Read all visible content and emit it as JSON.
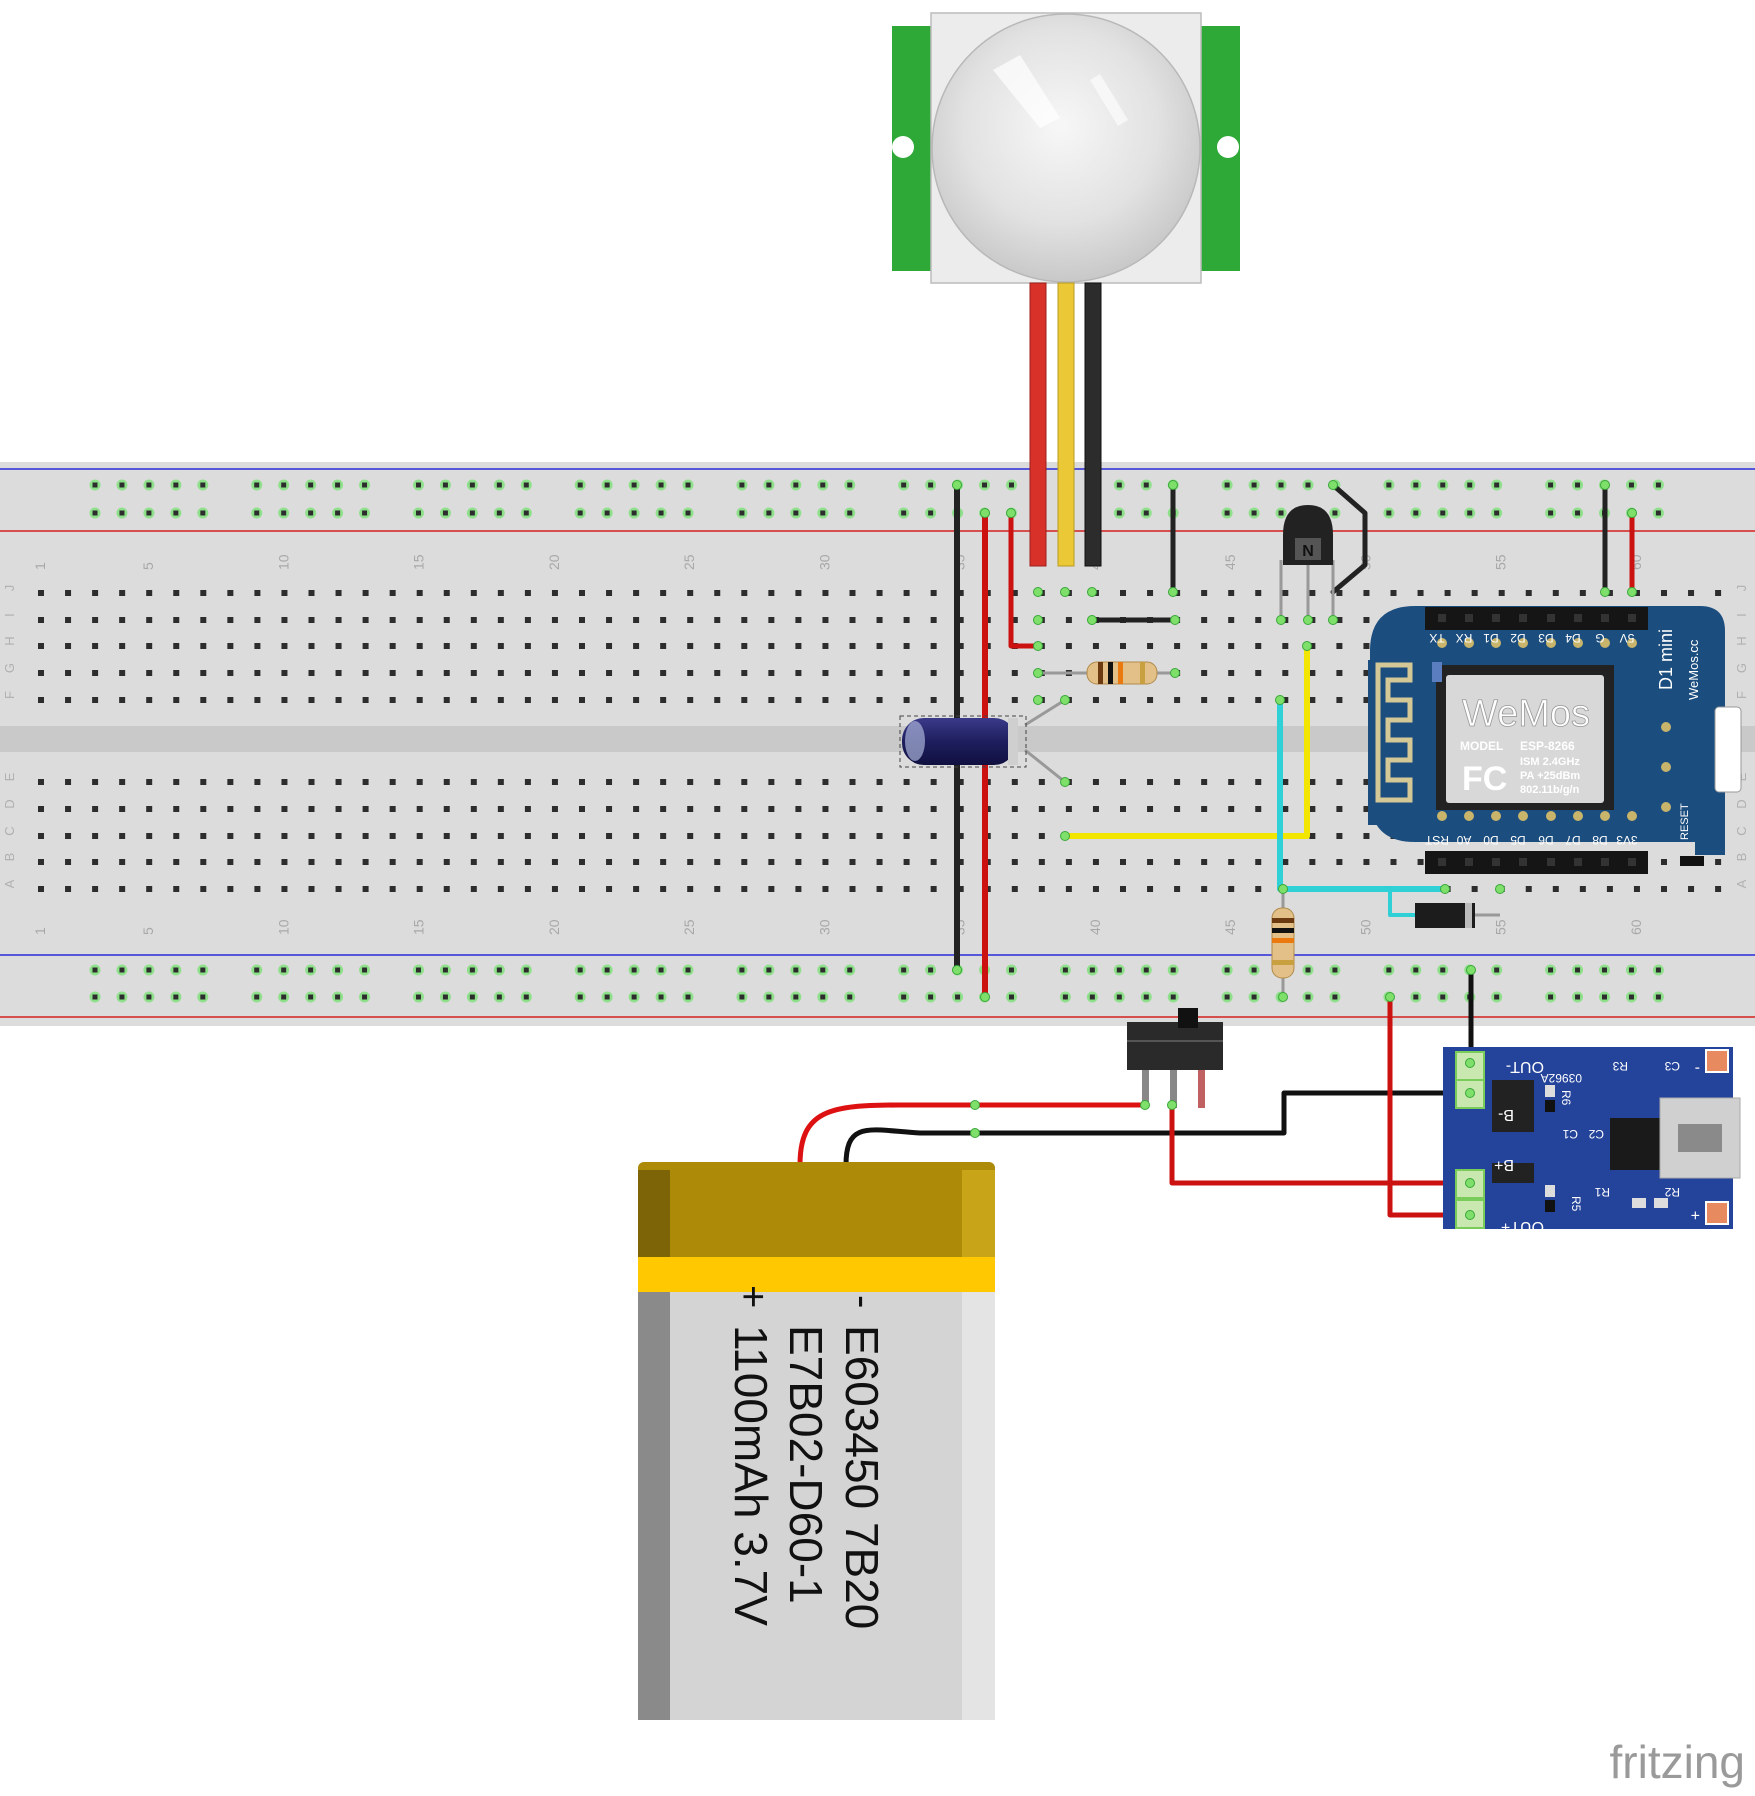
{
  "breadboard": {
    "row_letters": [
      "J",
      "I",
      "H",
      "G",
      "F",
      "E",
      "D",
      "C",
      "B",
      "A"
    ],
    "column_labels": [
      "1",
      "5",
      "10",
      "15",
      "20",
      "25",
      "30",
      "35",
      "40",
      "45",
      "50",
      "55",
      "60"
    ],
    "columns": 63
  },
  "wemos": {
    "brand": "WeMos",
    "model_label": "MODEL",
    "model": "ESP-8266",
    "spec1": "ISM 2.4GHz",
    "spec2": "PA +25dBm",
    "spec3": "802.11b/g/n",
    "fc": "FC",
    "title": "D1 mini",
    "site": "WeMos.cc",
    "reset": "RESET",
    "top_pins": [
      "TX",
      "RX",
      "D1",
      "D2",
      "D3",
      "D4",
      "G",
      "5V"
    ],
    "bottom_pins": [
      "RST",
      "A0",
      "D0",
      "D5",
      "D6",
      "D7",
      "D8",
      "3V3"
    ]
  },
  "charger": {
    "pin_out_minus": "OUT-",
    "pin_b_minus": "B-",
    "pin_b_plus": "B+",
    "pin_out_plus": "OUT+",
    "chip": "03962A",
    "labels": [
      "R3",
      "C3",
      "R6",
      "C1",
      "C2",
      "R1",
      "R2",
      "R5"
    ],
    "minus": "-",
    "plus": "+"
  },
  "battery": {
    "minus": "-",
    "plus": "+",
    "line1": "E603450 7B20",
    "line2": "E7B02-D60-1",
    "line3": "1100mAh 3.7V"
  },
  "logo": "fritzing",
  "colors": {
    "wire_red": "#cc1111",
    "wire_black": "#222222",
    "wire_yellow": "#f2e500",
    "wire_cyan": "#2fd0d6",
    "pir_green": "#2ea836",
    "wemos_blue": "#1b4d7e",
    "charger_blue": "#24439a",
    "battery_gold": "#ad8b08",
    "battery_yellow": "#ffc800"
  }
}
